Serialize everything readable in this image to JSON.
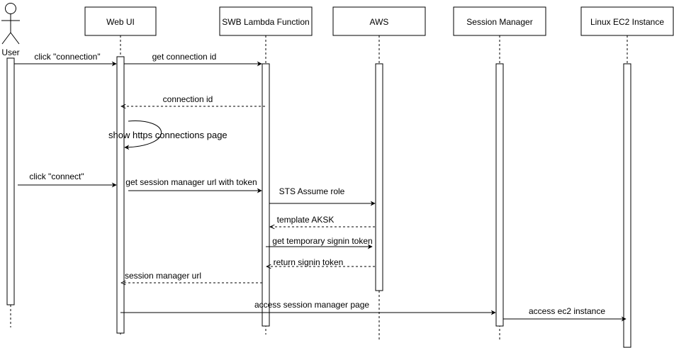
{
  "participants": {
    "user": "User",
    "web_ui": "Web UI",
    "swb_lambda": "SWB Lambda Function",
    "aws": "AWS",
    "session_manager": "Session Manager",
    "linux_ec2": "Linux EC2 Instance"
  },
  "messages": {
    "m1": "click \"connection\"",
    "m2": "get connection id",
    "m3": "connection id",
    "m4": "show https connections page",
    "m5": "click \"connect\"",
    "m6": "get session manager url with token",
    "m7": "STS Assume role",
    "m8": "template AKSK",
    "m9": "get temporary signin token",
    "m10": "return signin token",
    "m11": "session manager url",
    "m12": "access session manager page",
    "m13": "access ec2 instance"
  }
}
